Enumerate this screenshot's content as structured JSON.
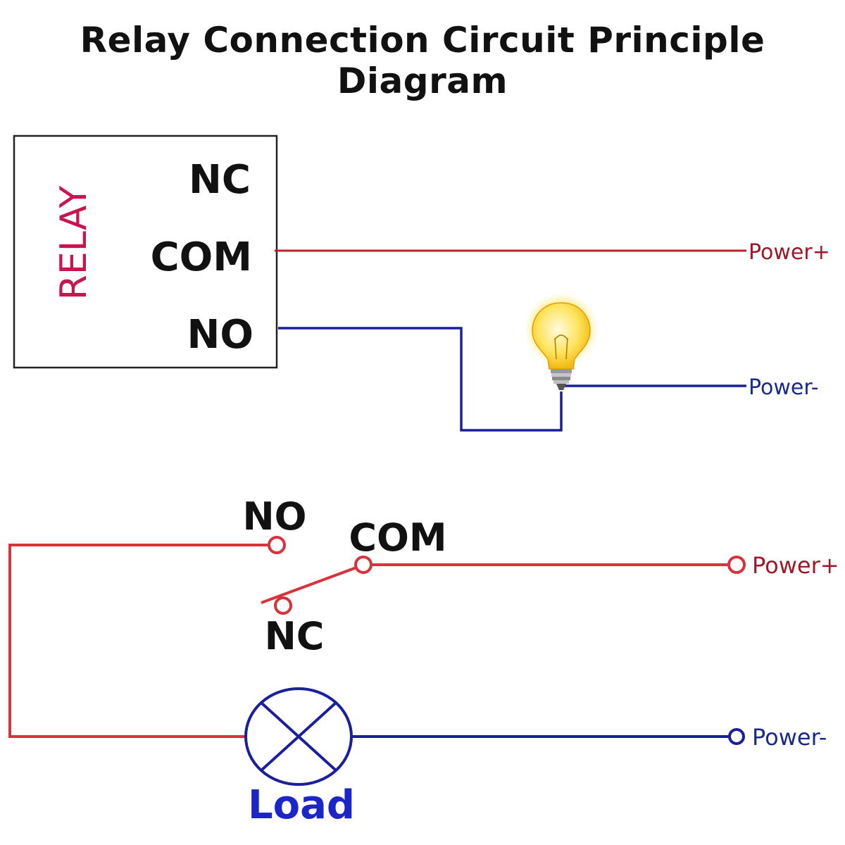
{
  "title": "Relay Connection Circuit Principle Diagram",
  "top_diagram": {
    "relay_label": "RELAY",
    "terminal_nc": "NC",
    "terminal_com": "COM",
    "terminal_no": "NO",
    "power_plus": "Power+",
    "power_minus": "Power-"
  },
  "bottom_diagram": {
    "contact_no": "NO",
    "contact_com": "COM",
    "contact_nc": "NC",
    "power_plus": "Power+",
    "power_minus": "Power-",
    "load_label": "Load"
  },
  "colors": {
    "red_wire": "#d9323a",
    "dark_red_wire": "#b0262c",
    "blue_wire": "#1a1f9c",
    "relay_label": "#c8154c",
    "power_plus_text": "#a01828",
    "power_minus_text": "#1a2a8c",
    "load_text": "#1c25c8",
    "bulb_glow": "#ffe14a"
  },
  "icons": {
    "bulb": "light-bulb-icon",
    "lamp": "lamp-load-icon"
  }
}
